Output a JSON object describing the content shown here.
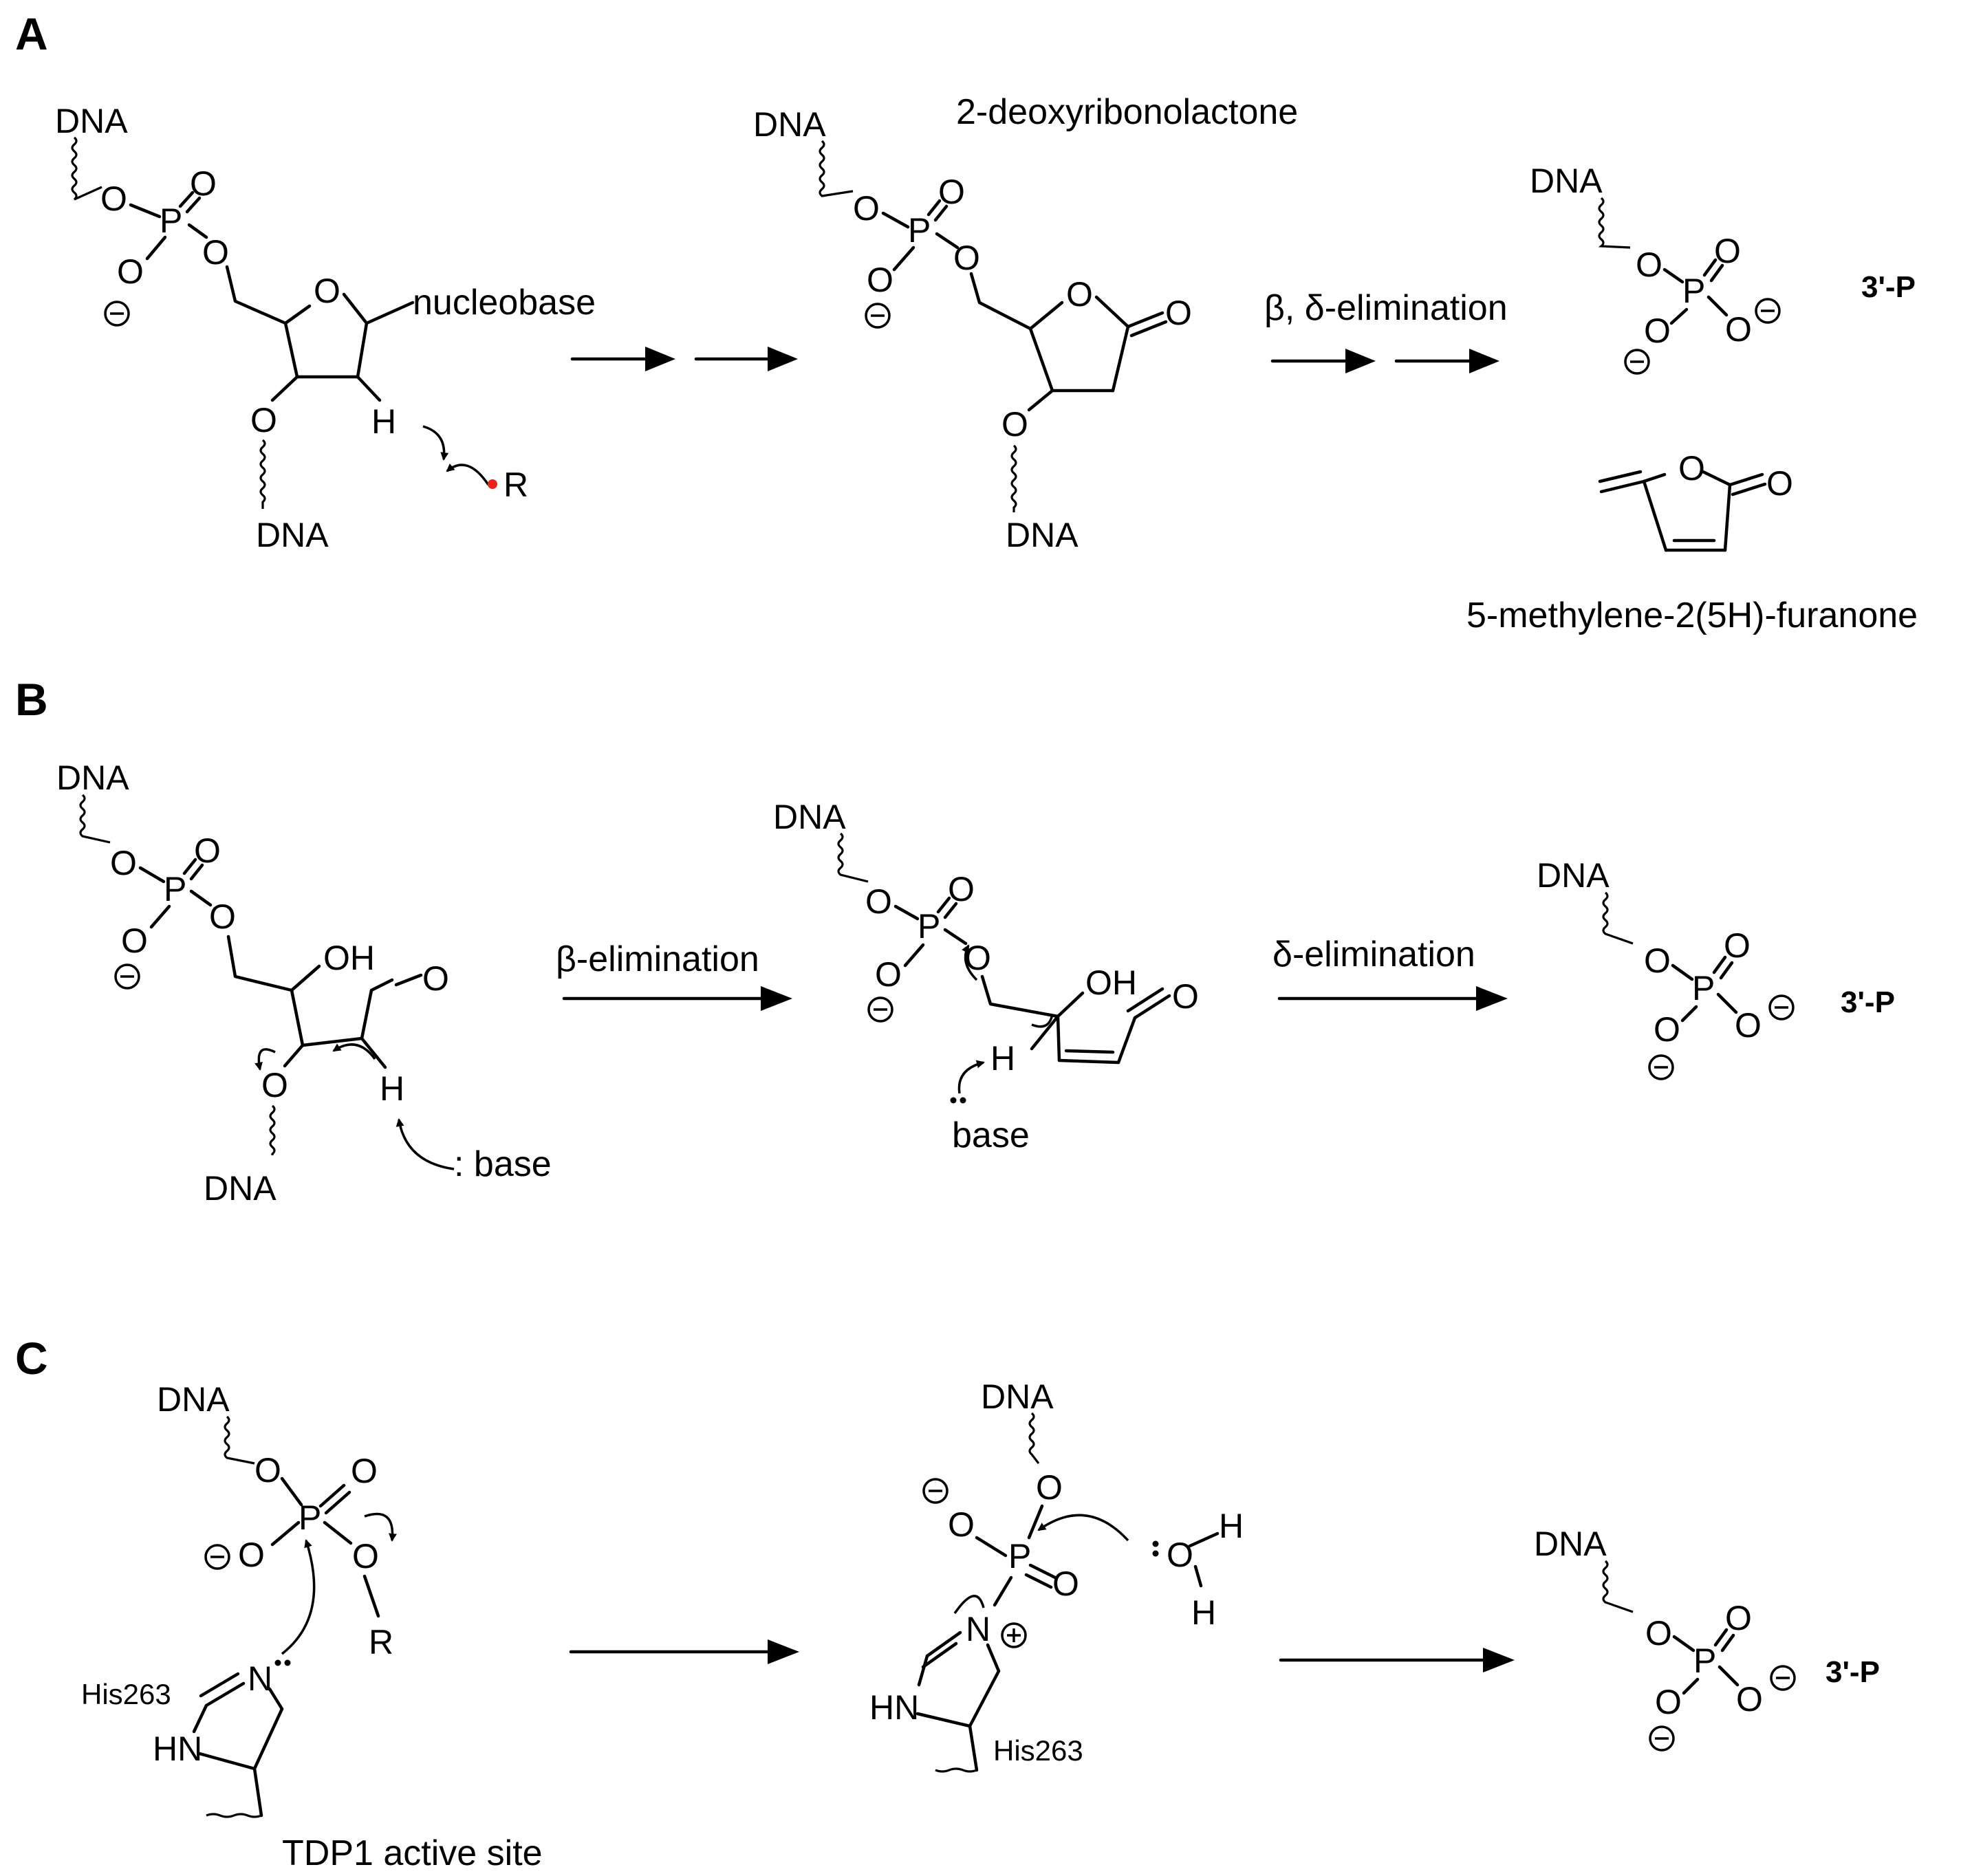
{
  "panels": {
    "a": {
      "label": "A"
    },
    "b": {
      "label": "B"
    },
    "c": {
      "label": "C"
    }
  },
  "atoms": {
    "dna": "DNA",
    "o": "O",
    "p": "P",
    "h": "H",
    "r": "R",
    "oh": "OH",
    "n": "N",
    "hn": "HN"
  },
  "labels": {
    "nucleobase": "nucleobase",
    "deoxyribonolactone": "2-deoxyribonolactone",
    "beta_delta_elimination": "β, δ-elimination",
    "three_prime_p": "3'-P",
    "methylene_furanone": "5-methylene-2(5H)-furanone",
    "beta_elimination": "β-elimination",
    "delta_elimination": "δ-elimination",
    "base_colon": ": base",
    "base": "base",
    "his263": "His263",
    "tdp1_active_site": "TDP1 active site"
  },
  "colors": {
    "radical_dot": "#e8231c",
    "ink": "#000000"
  }
}
